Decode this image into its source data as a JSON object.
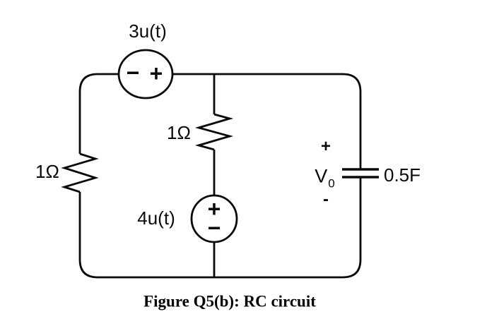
{
  "figure": {
    "caption": "Figure Q5(b): RC circuit"
  },
  "components": {
    "voltage_source_top": {
      "label": "3u(t)",
      "minus": "−",
      "plus": "+"
    },
    "voltage_source_bottom": {
      "label": "4u(t)",
      "plus": "+",
      "minus": "−"
    },
    "resistor_left": {
      "label": "1Ω"
    },
    "resistor_middle": {
      "label": "1Ω"
    },
    "capacitor": {
      "label": "0.5F",
      "voltage_symbol": "V",
      "voltage_subscript": "0",
      "plus": "+",
      "minus": "-"
    }
  },
  "colors": {
    "wire": "#0a0a0a",
    "background": "#ffffff"
  }
}
